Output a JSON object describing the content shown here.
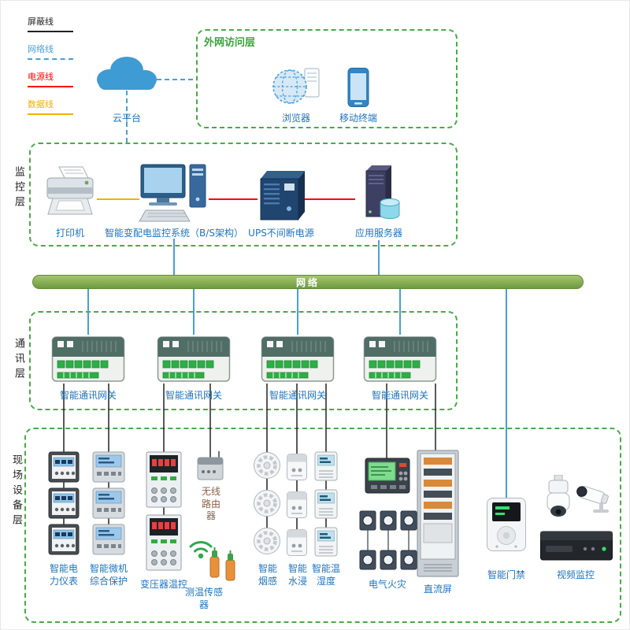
{
  "legend": {
    "items": [
      {
        "name": "shield",
        "label": "屏蔽线"
      },
      {
        "name": "network",
        "label": "网络线"
      },
      {
        "name": "power",
        "label": "电源线"
      },
      {
        "name": "data",
        "label": "数据线"
      }
    ]
  },
  "layers": {
    "external_title": "外网访问层",
    "monitoring_label": "监控层",
    "comm_label": "通讯层",
    "field_label": "现场设备层",
    "network_bar_label": "网络"
  },
  "external": {
    "cloud_label": "云平台",
    "browser_label": "浏览器",
    "mobile_label": "移动终端"
  },
  "monitoring": {
    "printer_label": "打印机",
    "scada_label": "智能变配电监控系统（B/S架构）",
    "ups_label": "UPS不间断电源",
    "server_label": "应用服务器"
  },
  "comm": {
    "gateways": [
      {
        "label": "智能通讯网关"
      },
      {
        "label": "智能通讯网关"
      },
      {
        "label": "智能通讯网关"
      },
      {
        "label": "智能通讯网关"
      }
    ]
  },
  "field": {
    "meter_label": "智能电力仪表",
    "protection_label": "智能微机综合保护",
    "transformer_label": "变压器温控",
    "router_label": "无线路由器",
    "temp_sensor_label": "测温传感器",
    "smoke_label": "智能烟感",
    "water_label": "智能水浸",
    "humidity_label": "智能温湿度",
    "fire_label": "电气火灾",
    "dc_panel_label": "直流屏",
    "access_label": "智能门禁",
    "video_label": "视频监控"
  },
  "colors": {
    "green_border": "#4aa94a",
    "green_title": "#3aa33a",
    "blue_label": "#1e73be",
    "brown_label": "#8a6248",
    "network_line": "#4a9fd8",
    "power_line": "#fe0000",
    "data_line": "#f0b000",
    "shield_line": "#222222",
    "bar_top": "#a6c56b",
    "bar_bottom": "#6d9a42"
  }
}
